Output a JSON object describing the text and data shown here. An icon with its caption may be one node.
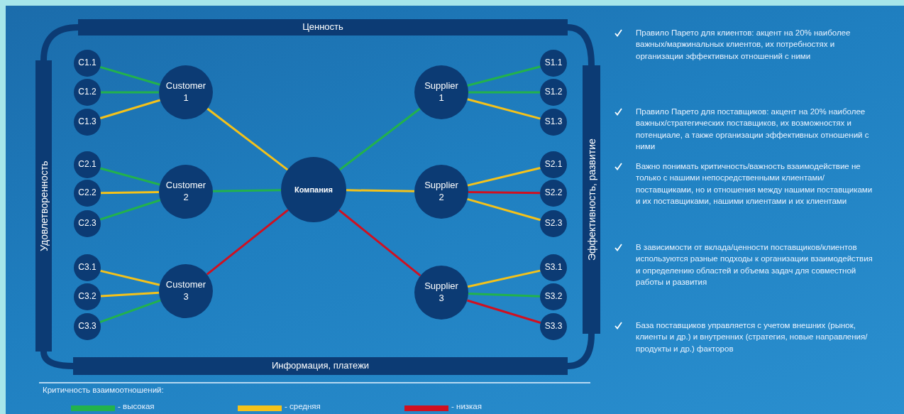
{
  "diagram": {
    "nodes": [
      {
        "text": [
          "Ценность"
        ]
      },
      {
        "text": [
          "Удовлетворенность"
        ]
      },
      {
        "text": [
          "C1.1"
        ]
      },
      {
        "text": [
          "C1.2"
        ]
      },
      {
        "text": [
          "C1.3"
        ]
      },
      {
        "text": [
          "C2.1"
        ]
      },
      {
        "text": [
          "C2.2"
        ]
      },
      {
        "text": [
          "C2.3"
        ]
      },
      {
        "text": [
          "C3.1"
        ]
      },
      {
        "text": [
          "C3.2"
        ]
      },
      {
        "text": [
          "C3.3"
        ]
      },
      {
        "text": [
          "Customer 1"
        ]
      },
      {
        "text": [
          "Customer 2"
        ]
      },
      {
        "text": [
          "Customer 3"
        ]
      },
      {
        "text": [
          "Компания"
        ]
      },
      {
        "text": [
          "Supplier 1"
        ]
      },
      {
        "text": [
          "Supplier 2"
        ]
      },
      {
        "text": [
          "Supplier 3"
        ]
      },
      {
        "text": [
          "S1.1"
        ]
      },
      {
        "text": [
          "S1.2"
        ]
      },
      {
        "text": [
          "S1.3"
        ]
      },
      {
        "text": [
          "S2.1"
        ]
      },
      {
        "text": [
          "S2.2"
        ]
      },
      {
        "text": [
          "S2.3"
        ]
      },
      {
        "text": [
          "S3.1"
        ]
      },
      {
        "text": [
          "S3.2"
        ]
      },
      {
        "text": [
          "S3.3"
        ]
      },
      {
        "text": [
          "Эффективность, развитие"
        ]
      },
      {
        "text": [
          "Информация, платежи"
        ]
      }
    ],
    "edges": [
      {
        "from": 11,
        "to": 2,
        "arrow": "none",
        "color": "#22b24c"
      },
      {
        "from": 11,
        "to": 3,
        "arrow": "none",
        "color": "#22b24c"
      },
      {
        "from": 11,
        "to": 4,
        "arrow": "none",
        "color": "#f4c21a"
      },
      {
        "from": 12,
        "to": 5,
        "arrow": "none",
        "color": "#22b24c"
      },
      {
        "from": 12,
        "to": 6,
        "arrow": "none",
        "color": "#f4c21a"
      },
      {
        "from": 12,
        "to": 7,
        "arrow": "none",
        "color": "#22b24c"
      },
      {
        "from": 13,
        "to": 8,
        "arrow": "none",
        "color": "#f4c21a"
      },
      {
        "from": 13,
        "to": 9,
        "arrow": "none",
        "color": "#f4c21a"
      },
      {
        "from": 13,
        "to": 10,
        "arrow": "none",
        "color": "#22b24c"
      },
      {
        "from": 14,
        "to": 11,
        "arrow": "none",
        "color": "#f4c21a"
      },
      {
        "from": 14,
        "to": 12,
        "arrow": "none",
        "color": "#22b24c"
      },
      {
        "from": 14,
        "to": 13,
        "arrow": "none",
        "color": "#d01020"
      },
      {
        "from": 14,
        "to": 15,
        "arrow": "none",
        "color": "#22b24c"
      },
      {
        "from": 14,
        "to": 16,
        "arrow": "none",
        "color": "#f4c21a"
      },
      {
        "from": 14,
        "to": 17,
        "arrow": "none",
        "color": "#d01020"
      },
      {
        "from": 15,
        "to": 18,
        "arrow": "none",
        "color": "#22b24c"
      },
      {
        "from": 15,
        "to": 19,
        "arrow": "none",
        "color": "#22b24c"
      },
      {
        "from": 15,
        "to": 20,
        "arrow": "none",
        "color": "#f4c21a"
      },
      {
        "from": 16,
        "to": 21,
        "arrow": "none",
        "color": "#f4c21a"
      },
      {
        "from": 16,
        "to": 22,
        "arrow": "none",
        "color": "#d01020"
      },
      {
        "from": 16,
        "to": 23,
        "arrow": "none",
        "color": "#f4c21a"
      },
      {
        "from": 17,
        "to": 24,
        "arrow": "none",
        "color": "#f4c21a"
      },
      {
        "from": 17,
        "to": 25,
        "arrow": "none",
        "color": "#22b24c"
      },
      {
        "from": 17,
        "to": 26,
        "arrow": "none",
        "color": "#d01020"
      },
      {
        "from": 0,
        "to": 1,
        "arrow": "none",
        "style": "thick",
        "color": "#0c3b74"
      },
      {
        "from": 1,
        "to": 28,
        "arrow": "none",
        "style": "thick",
        "color": "#0c3b74"
      },
      {
        "from": 28,
        "to": 27,
        "arrow": "none",
        "style": "thick",
        "color": "#0c3b74"
      },
      {
        "from": 27,
        "to": 0,
        "arrow": "none",
        "style": "thick",
        "color": "#0c3b74"
      }
    ],
    "labels": [
      "Правило Парето для клиентов: акцент на 20% наиболее важных/маржинальных клиентов, их потребностях и организации эффективных отношений с ними",
      "Правило Парето для поставщиков: акцент на 20% наиболее важных/стратегических поставщиков, их возможностях и потенциале, а также организации эффективных отношений с ними",
      "Важно понимать критичность/важность взаимодействие не только с нашими непосредственными клиентами/поставщиками, но и отношения между нашими поставщиками и их поставщиками, нашими клиентами и их клиентами",
      "В зависимости от вклада/ценности поставщиков/клиентов используются разные подходы к организации взаимодействия и определению областей и объема задач для совместной работы и развития",
      "База поставщиков управляется с учетом внешних (рынок, клиенты и др.) и внутренних (стратегия, новые направления/продукты и др.) факторов",
      "Критичность взаимоотношений:"
    ],
    "legend": [
      {
        "text": "- высокая",
        "color": "#22b24c"
      },
      {
        "text": "- средняя",
        "color": "#f4c21a"
      },
      {
        "text": "- низкая",
        "color": "#d01020"
      }
    ]
  }
}
